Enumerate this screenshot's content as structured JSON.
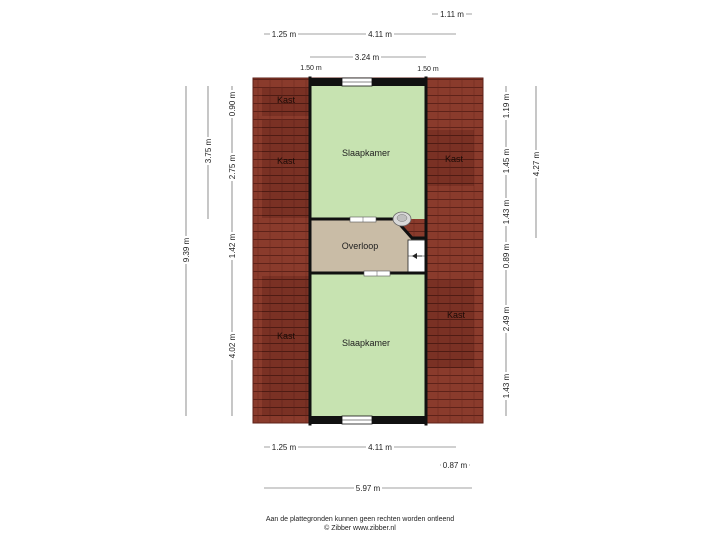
{
  "rooms": {
    "bedroom_top": "Slaapkamer",
    "bedroom_bottom": "Slaapkamer",
    "landing": "Overloop",
    "closet_left_1": "Kast",
    "closet_left_2": "Kast",
    "closet_left_3": "Kast",
    "closet_right_1": "Kast",
    "closet_right_2": "Kast"
  },
  "dimensions": {
    "top_right_small": "1.11 m",
    "top_left": "1.25 m",
    "top_mid": "4.11 m",
    "top_inner": "3.24 m",
    "window_left": "1.50 m",
    "window_right": "1.50 m",
    "left_total": "9.39 m",
    "left_a": "3.75 m",
    "left_b1": "0.90 m",
    "left_b2": "2.75 m",
    "left_b3": "1.42 m",
    "left_b4": "4.02 m",
    "right_total": "4.27 m",
    "right_a1": "1.19 m",
    "right_a2": "1.45 m",
    "right_a3": "1.43 m",
    "right_a4": "0.89 m",
    "right_a5": "2.49 m",
    "right_a6": "1.43 m",
    "bottom_left": "1.25 m",
    "bottom_mid": "4.11 m",
    "bottom_right_small": "0.87 m",
    "bottom_total": "5.97 m"
  },
  "footer": {
    "line1": "Aan de plattegronden kunnen geen rechten worden ontleend",
    "line2": "© Zibber www.zibber.nl"
  },
  "colors": {
    "roof": "#8a3b2c",
    "roof_dark": "#5e2219",
    "bedroom": "#c7e3b1",
    "landing": "#c9bca6",
    "wall": "#111111"
  }
}
